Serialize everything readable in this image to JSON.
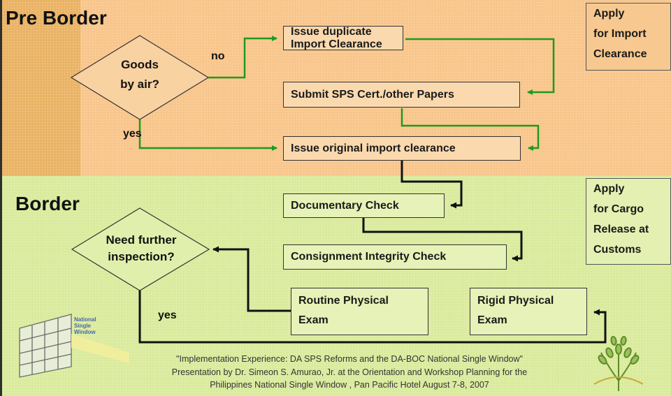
{
  "sections": {
    "pre_border": "Pre Border",
    "border": "Border"
  },
  "pre_border": {
    "decision": {
      "line1": "Goods",
      "line2": "by air?"
    },
    "no_label": "no",
    "yes_label": "yes",
    "steps": [
      "Issue duplicate Import Clearance",
      "Submit SPS Cert./other Papers",
      "Issue original import clearance"
    ],
    "side_note": {
      "line1": "Apply",
      "line2": "for Import",
      "line3": "Clearance"
    }
  },
  "border": {
    "steps": [
      "Documentary Check",
      "Consignment Integrity Check"
    ],
    "decision": {
      "line1": "Need further",
      "line2": "inspection?"
    },
    "yes_label": "yes",
    "routine_exam": {
      "line1": "Routine Physical",
      "line2": "Exam"
    },
    "rigid_exam": {
      "line1": "Rigid Physical",
      "line2": "Exam"
    },
    "side_note": {
      "line1": "Apply",
      "line2": "for Cargo",
      "line3": "Release at",
      "line4": "Customs"
    }
  },
  "logo": {
    "line1": "National",
    "line2": "Single",
    "line3": "Window"
  },
  "credits": {
    "line1": "\"Implementation Experience: DA SPS Reforms and the DA-BOC National Single Window\"",
    "line2": "Presentation by Dr. Simeon S. Amurao, Jr. at the  Orientation and Workshop Planning for the",
    "line3": "Philippines National Single Window , Pan Pacific Hotel  August 7-8, 2007"
  },
  "colors": {
    "pre_border_band": "#f8c58a",
    "border_band": "#d9ea9a",
    "pre_border_connector": "#1f9a1f",
    "border_connector": "#111111"
  }
}
